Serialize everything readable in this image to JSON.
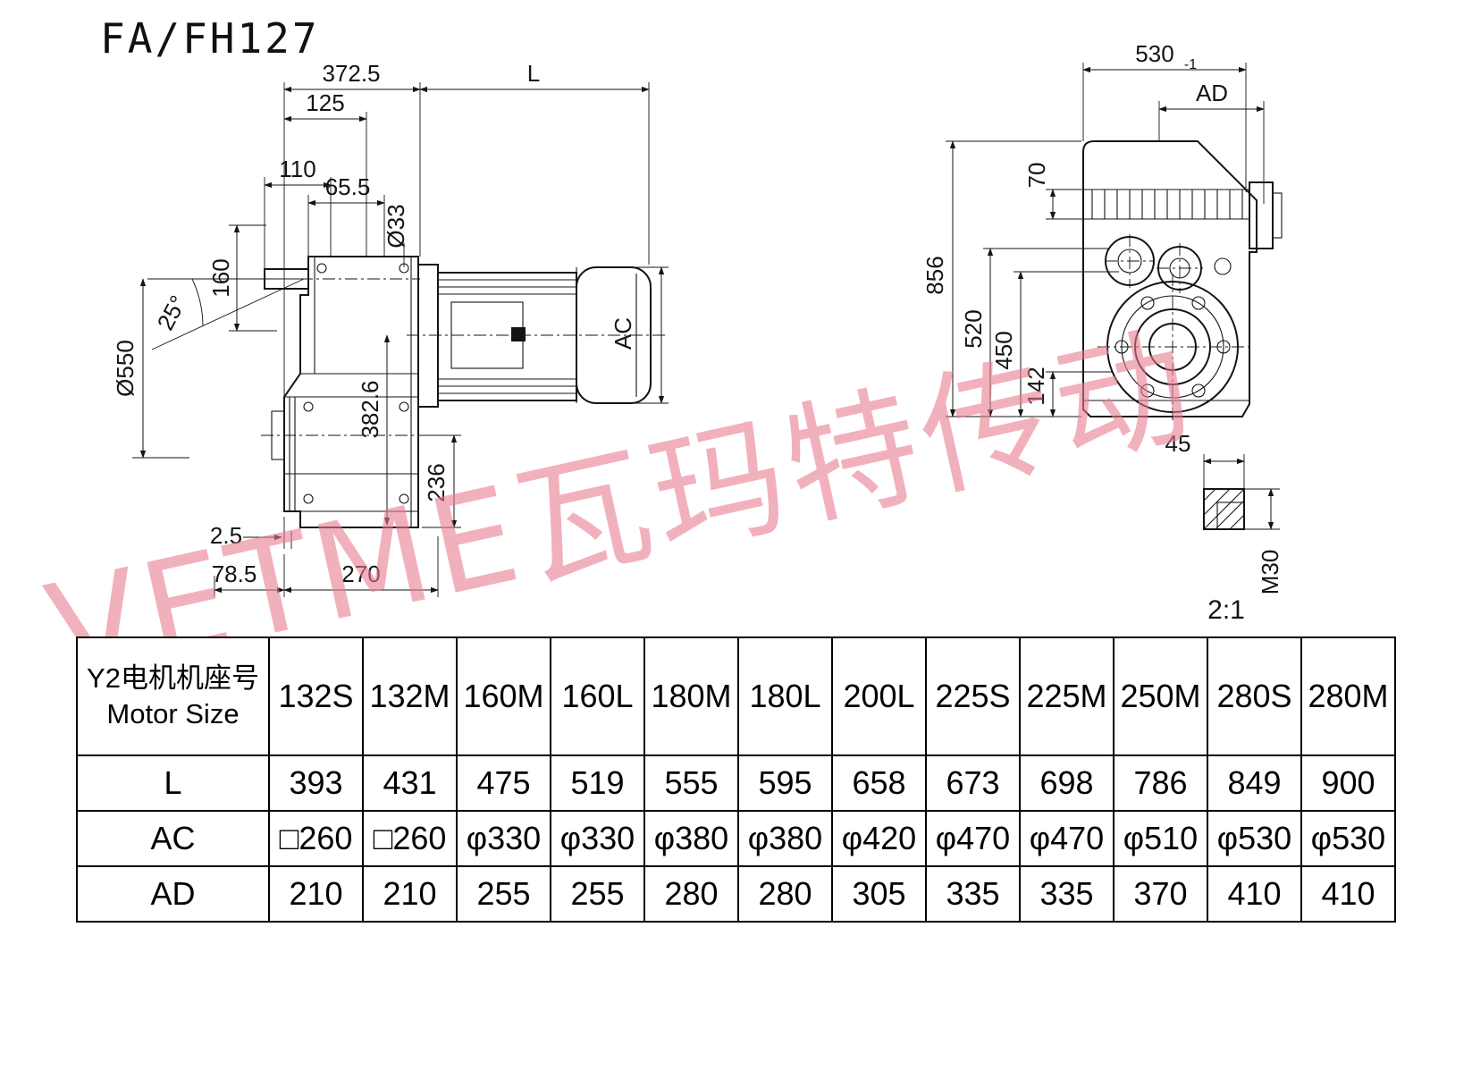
{
  "page": {
    "title": "FA/FH127",
    "watermark": "VETME瓦玛特传动",
    "scale_note": "2:1"
  },
  "left_view": {
    "d372_5": "372.5",
    "dL": "L",
    "d125": "125",
    "d110": "110",
    "d65_5": "65.5",
    "d33": "Ø33",
    "d160": "160",
    "d25": "25°",
    "d550": "Ø550",
    "d382_6": "382.6",
    "dAC": "AC",
    "d236": "236",
    "d2_5": "2.5",
    "d78_5": "78.5",
    "d270": "270"
  },
  "right_view": {
    "d530": "530",
    "d530_tol": "-1",
    "dAD": "AD",
    "d70": "70",
    "d856": "856",
    "d520": "520",
    "d450": "450",
    "d142": "142",
    "d45": "45",
    "dM30": "M30"
  },
  "table": {
    "header": {
      "line1": "Y2电机机座号",
      "line2": "Motor Size"
    },
    "columns": [
      "132S",
      "132M",
      "160M",
      "160L",
      "180M",
      "180L",
      "200L",
      "225S",
      "225M",
      "250M",
      "280S",
      "280M"
    ],
    "rows": [
      {
        "label": "L",
        "values": [
          "393",
          "431",
          "475",
          "519",
          "555",
          "595",
          "658",
          "673",
          "698",
          "786",
          "849",
          "900"
        ]
      },
      {
        "label": "AC",
        "values": [
          "□260",
          "□260",
          "φ330",
          "φ330",
          "φ380",
          "φ380",
          "φ420",
          "φ470",
          "φ470",
          "φ510",
          "φ530",
          "φ530"
        ]
      },
      {
        "label": "AD",
        "values": [
          "210",
          "210",
          "255",
          "255",
          "280",
          "280",
          "305",
          "335",
          "335",
          "370",
          "410",
          "410"
        ]
      }
    ]
  }
}
